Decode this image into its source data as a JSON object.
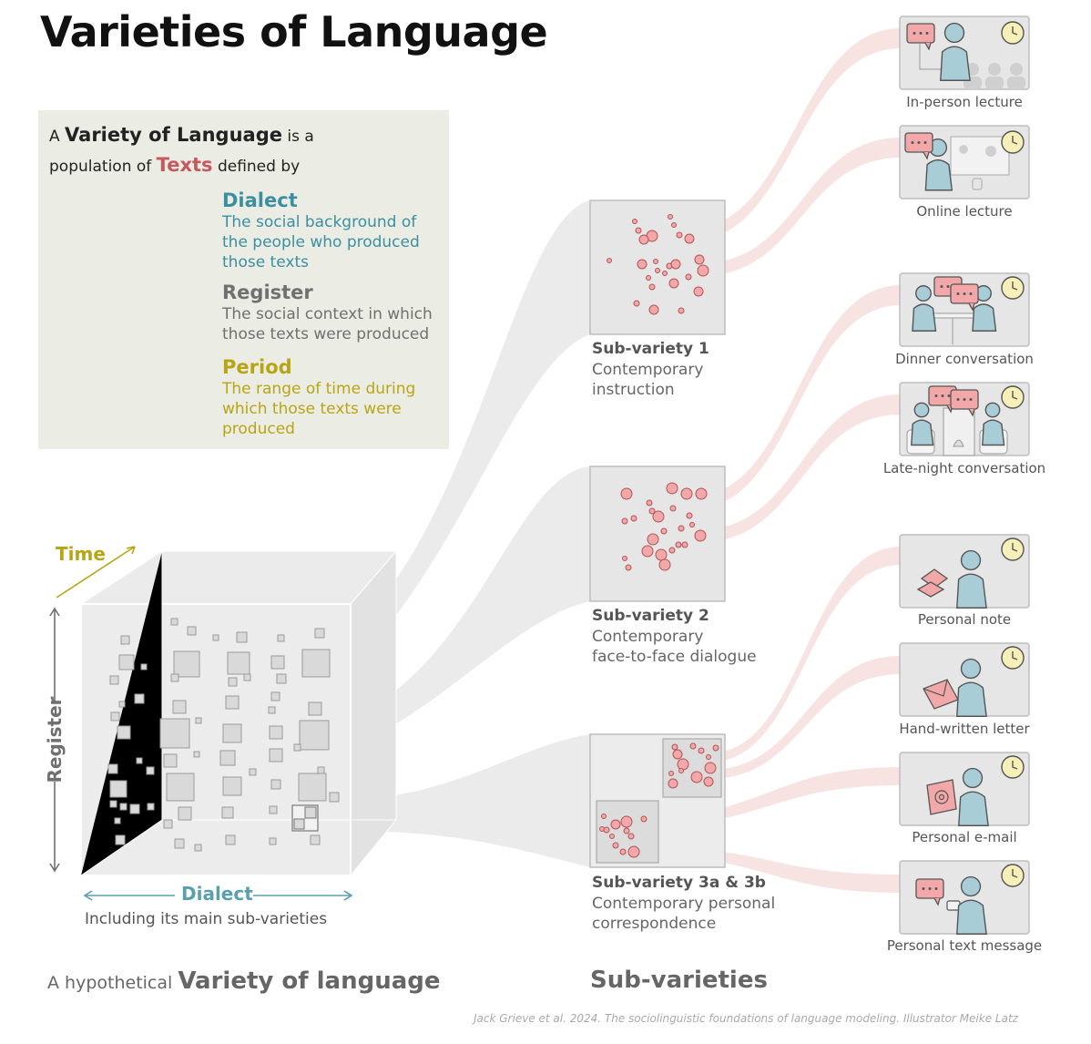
{
  "title": "Varieties of Language",
  "definition": {
    "intro_a": "A",
    "intro_variety": "Variety of Language",
    "intro_isa": "is a",
    "intro_pop": "population of",
    "intro_texts": "Texts",
    "intro_defined": "defined by",
    "dialect": {
      "heading": "Dialect",
      "lines": [
        "The social background of",
        "the people who produced",
        "those texts"
      ]
    },
    "register": {
      "heading": "Register",
      "lines": [
        "The social context in which",
        "those texts were produced"
      ]
    },
    "period": {
      "heading": "Period",
      "lines": [
        "The range of time during",
        "which those texts were",
        "produced"
      ]
    }
  },
  "cube": {
    "axis_time": "Time",
    "axis_register": "Register",
    "axis_dialect": "Dialect",
    "caption": "Including its main sub-varieties"
  },
  "subvarieties": [
    {
      "heading": "Sub-variety 1",
      "lines": [
        "Contemporary",
        "instruction"
      ]
    },
    {
      "heading": "Sub-variety 2",
      "lines": [
        "Contemporary",
        "face-to-face dialogue"
      ]
    },
    {
      "heading": "Sub-variety 3a & 3b",
      "lines": [
        "Contemporary personal",
        "correspondence"
      ]
    }
  ],
  "scenes": [
    {
      "label": "In-person lecture",
      "icon": "lecture-icon"
    },
    {
      "label": "Online lecture",
      "icon": "video-call-icon"
    },
    {
      "label": "Dinner conversation",
      "icon": "dinner-icon"
    },
    {
      "label": "Late-night conversation",
      "icon": "fireplace-icon"
    },
    {
      "label": "Personal note",
      "icon": "note-icon"
    },
    {
      "label": "Hand-written letter",
      "icon": "letter-icon"
    },
    {
      "label": "Personal e-mail",
      "icon": "laptop-email-icon"
    },
    {
      "label": "Personal text message",
      "icon": "phone-message-icon"
    }
  ],
  "section_left_prefix": "A hypothetical",
  "section_left_bold": "Variety of language",
  "section_right": "Sub-varieties",
  "credit": "Jack Grieve et al. 2024. The sociolinguistic foundations of language modeling. Illustrator Meike Latz",
  "colors": {
    "dialect": "#3b8fa0",
    "register": "#707070",
    "period": "#b8a515",
    "text": "#c4595f",
    "text_fill": "#f2a8a8",
    "figure": "#a9cdd6",
    "panel": "#e6e6e6",
    "clock": "#f6efb8"
  }
}
